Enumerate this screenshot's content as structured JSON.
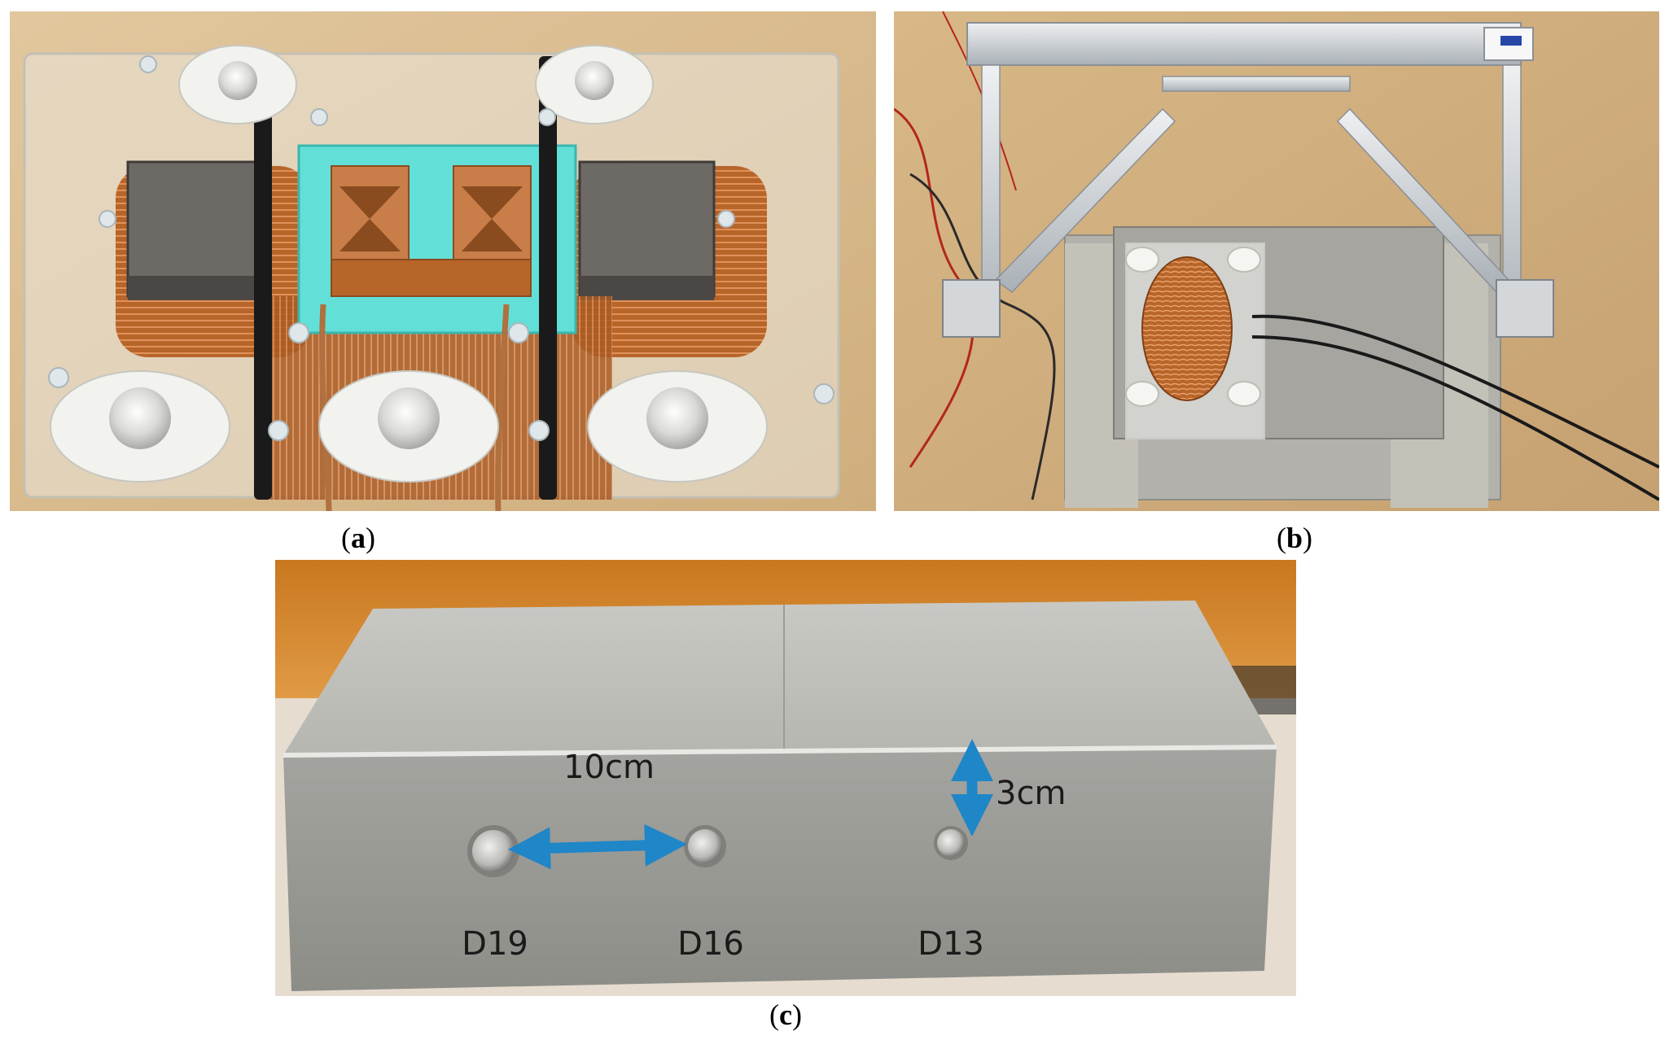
{
  "panels": {
    "a": {
      "caption_open": "(",
      "caption_letter": "a",
      "caption_close": ")"
    },
    "b": {
      "caption_open": "(",
      "caption_letter": "b",
      "caption_close": ")"
    },
    "c": {
      "caption_open": "(",
      "caption_letter": "c",
      "caption_close": ")",
      "annotations": {
        "spacing_label": "10cm",
        "cover_label": "3cm",
        "bar_labels": [
          "D19",
          "D16",
          "D13"
        ]
      },
      "arrow_color": "#1f86c8"
    }
  },
  "colors": {
    "copper": "#b8652a",
    "teal_foam": "#62e0d8",
    "concrete": "#a9a9a5",
    "table_wood": "#d9b98a",
    "orange_wall": "#d88a2c"
  }
}
